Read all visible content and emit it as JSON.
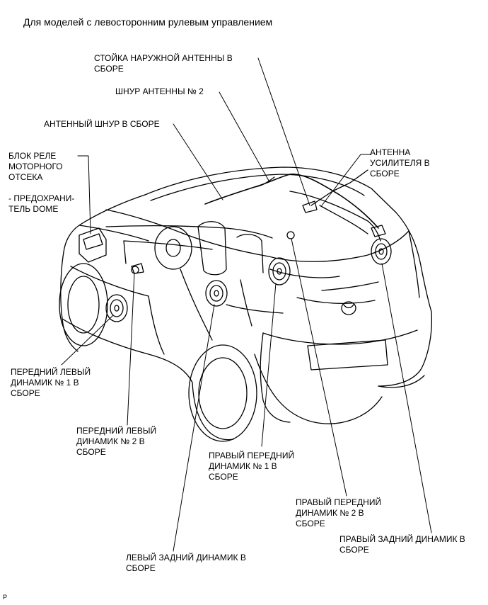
{
  "header": {
    "title": "Для моделей с левосторонним рулевым управлением"
  },
  "labels": {
    "outside_antenna_stay": "СТОЙКА НАРУЖНОЙ АНТЕННЫ В\nСБОРЕ",
    "antenna_cord_no2": "ШНУР АНТЕННЫ № 2",
    "antenna_cord_assy": "АНТЕННЫЙ ШНУР В СБОРЕ",
    "engine_relay_block": "БЛОК РЕЛЕ\nМОТОРНОГО\nОТСЕКА",
    "dome_fuse": "- ПРЕДОХРАНИ-\nТЕЛЬ DOME",
    "amplifier_antenna": "АНТЕННА\nУСИЛИТЕЛЯ В\nСБОРЕ",
    "front_left_speaker_1": "ПЕРЕДНИЙ ЛЕВЫЙ\nДИНАМИК № 1 В\nСБОРЕ",
    "front_left_speaker_2": "ПЕРЕДНИЙ ЛЕВЫЙ\nДИНАМИК № 2 В\nСБОРЕ",
    "right_front_speaker_1": "ПРАВЫЙ ПЕРЕДНИЙ\nДИНАМИК № 1 В\nСБОРЕ",
    "right_front_speaker_2": "ПРАВЫЙ ПЕРЕДНИЙ\nДИНАМИК № 2 В\nСБОРЕ",
    "right_rear_speaker": "ПРАВЫЙ ЗАДНИЙ ДИНАМИК В\nСБОРЕ",
    "left_rear_speaker": "ЛЕВЫЙ ЗАДНИЙ ДИНАМИК В\nСБОРЕ"
  },
  "footer": {
    "mark": "P"
  }
}
